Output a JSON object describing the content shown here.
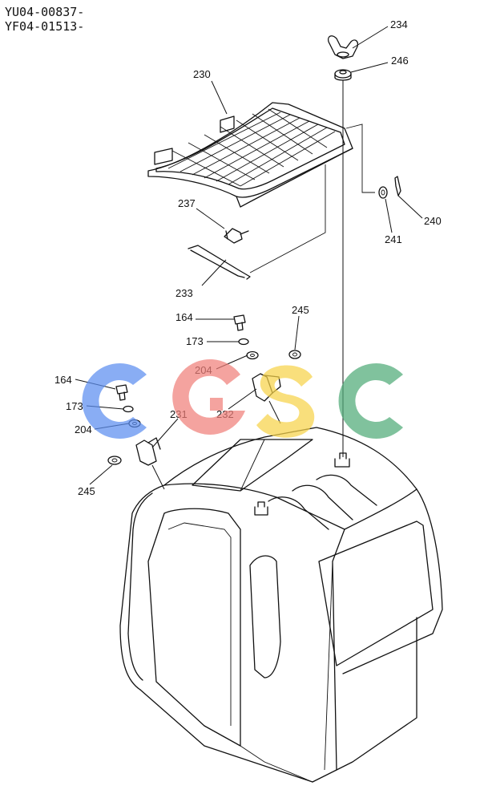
{
  "header": {
    "code_1": "YU04-00837-",
    "code_2": "YF04-01513-"
  },
  "callouts": {
    "c230": "230",
    "c234": "234",
    "c246": "246",
    "c237": "237",
    "c240": "240",
    "c241": "241",
    "c233": "233",
    "c164a": "164",
    "c173a": "173",
    "c245a": "245",
    "c204a": "204",
    "c164b": "164",
    "c173b": "173",
    "c231": "231",
    "c232": "232",
    "c204b": "204",
    "c245b": "245"
  },
  "watermark": {
    "letters": [
      "C",
      "G",
      "S",
      "C"
    ],
    "colors": [
      "#5b8ef0",
      "#f07f7a",
      "#f7d24a",
      "#4faa77"
    ]
  }
}
